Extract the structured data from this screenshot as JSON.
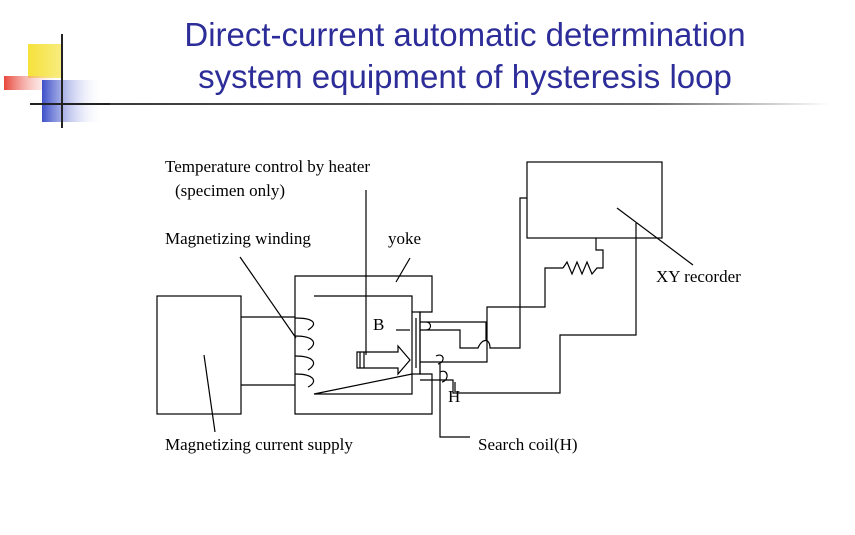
{
  "slide": {
    "title_line1": "Direct-current automatic determination",
    "title_line2": "system equipment of hysteresis loop"
  },
  "labels": {
    "temperature_control": "Temperature control by heater",
    "specimen_only": "(specimen only)",
    "magnetizing_winding": "Magnetizing winding",
    "yoke": "yoke",
    "xy_recorder": "XY recorder",
    "b_label": "B",
    "h_label": "H",
    "magnetizing_current_supply": "Magnetizing current supply",
    "search_coil": "Search coil(H)"
  },
  "colors": {
    "title": "#2d2d9a",
    "logo_yellow": "#f5e23a",
    "logo_red": "#e8463a",
    "logo_blue": "#3d4fc9",
    "rule": "#3a3a3a"
  }
}
